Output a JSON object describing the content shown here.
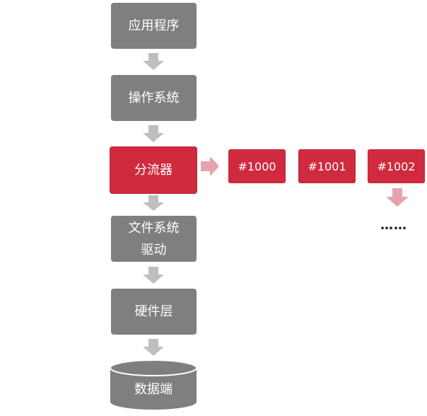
{
  "stack": {
    "app": "应用程序",
    "os": "操作系统",
    "splitter": "分流器",
    "fs_driver_line1": "文件系统",
    "fs_driver_line2": "驱动",
    "hardware": "硬件层",
    "data_end": "数据端"
  },
  "branches": [
    "#1000",
    "#1001",
    "#1002"
  ],
  "ellipsis": "……",
  "colors": {
    "gray_box": "#7f7f7f",
    "red_box": "#d02a3e",
    "gray_arrow": "#bfbfbf",
    "pink_arrow": "#e6a3ac"
  }
}
